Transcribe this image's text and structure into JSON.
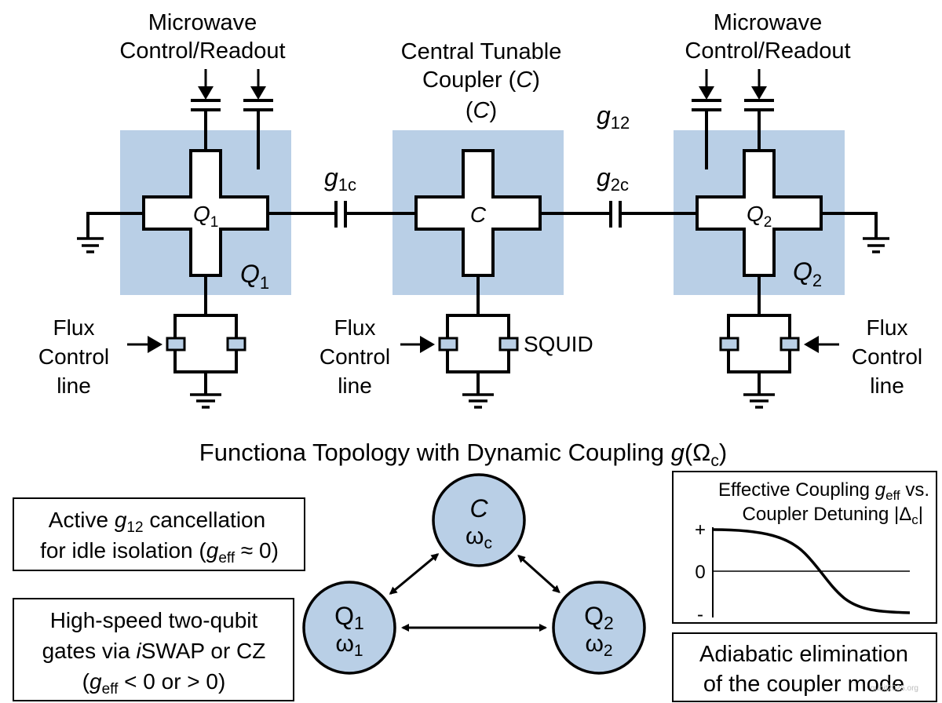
{
  "colors": {
    "qubit_region": "#b9cfe6",
    "node_fill": "#b9cfe6",
    "junction_fill": "#b9cfe6",
    "line": "#000000",
    "background": "#ffffff"
  },
  "top_circuit": {
    "q1": {
      "microwave_label_line1": "Microwave",
      "microwave_label_line2": "Control/Readout",
      "cross_label": "Q",
      "cross_label_sub": "1",
      "region_label": "Q",
      "region_label_sub": "1",
      "flux_label_line1": "Flux",
      "flux_label_line2": "Control",
      "flux_label_line3": "line"
    },
    "coupler": {
      "title_line1": "Central Tunable",
      "title_line2_prefix": "Coupler (",
      "title_line2_var": "C",
      "title_line2_suffix": ")",
      "title_line3_prefix": "(",
      "title_line3_var": "C",
      "title_line3_suffix": ")",
      "cross_label": "C",
      "flux_label_line1": "Flux",
      "flux_label_line2": "Control",
      "flux_label_line3": "line",
      "squid_label": "SQUID"
    },
    "q2": {
      "microwave_label_line1": "Microwave",
      "microwave_label_line2": "Control/Readout",
      "cross_label": "Q",
      "cross_label_sub": "2",
      "region_label": "Q",
      "region_label_sub": "2",
      "flux_label_line1": "Flux",
      "flux_label_line2": "Control",
      "flux_label_line3": "line"
    },
    "couplings": {
      "g1c": "g",
      "g1c_sub": "1c",
      "g2c": "g",
      "g2c_sub": "2c",
      "g12": "g",
      "g12_sub": "12"
    }
  },
  "section_title": {
    "text": "Functiona Topology with Dynamic Coupling ",
    "var": "g",
    "paren_open": "(Ω",
    "sub": "c",
    "paren_close": ")"
  },
  "left_boxes": [
    {
      "line1_prefix": "Active ",
      "line1_var": "g",
      "line1_sub": "12",
      "line1_suffix": " cancellation",
      "line2_prefix": "for idle isolation (",
      "line2_var": "g",
      "line2_sub": "eff",
      "line2_suffix": " ≈ 0)"
    },
    {
      "line1": "High-speed two-qubit",
      "line2_prefix": "gates via ",
      "line2_italic": "i",
      "line2_suffix": "SWAP or CZ",
      "line3_prefix": "(",
      "line3_var": "g",
      "line3_sub": "eff",
      "line3_suffix": " < 0 or > 0)"
    }
  ],
  "nodes": [
    {
      "id": "C",
      "label": "C",
      "freq": "ω",
      "freq_sub": "c"
    },
    {
      "id": "Q1",
      "label": "Q",
      "label_sub": "1",
      "freq": "ω",
      "freq_sub": "1"
    },
    {
      "id": "Q2",
      "label": "Q",
      "label_sub": "2",
      "freq": "ω",
      "freq_sub": "2"
    }
  ],
  "edges": [
    {
      "from": "C",
      "to": "Q1",
      "bidirectional": true
    },
    {
      "from": "C",
      "to": "Q2",
      "bidirectional": true
    },
    {
      "from": "Q1",
      "to": "Q2",
      "bidirectional": true
    }
  ],
  "inset_plot": {
    "title_line1_prefix": "Effective Coupling ",
    "title_line1_var": "g",
    "title_line1_sub": "eff",
    "title_line1_suffix": " vs.",
    "title_line2_prefix": "Coupler Detuning |Δ",
    "title_line2_sub": "c",
    "title_line2_suffix": "|",
    "y_ticks": [
      "+",
      "0",
      "-"
    ],
    "curve_description": "sigmoid decreasing from + to - crossing 0 near mid detuning"
  },
  "right_box": {
    "line1": "Adiabatic elimination",
    "line2": "of the coupler mode"
  },
  "watermark": "qubit2025.org"
}
